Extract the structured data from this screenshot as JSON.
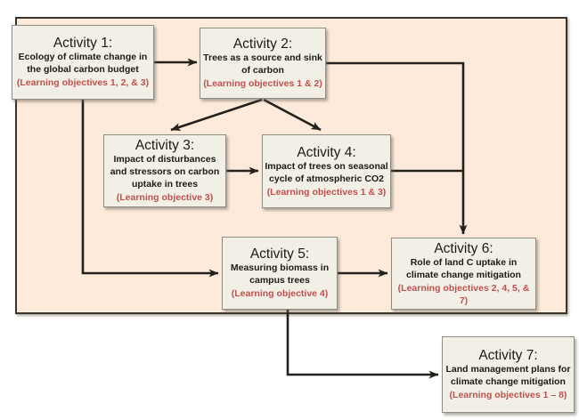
{
  "diagram": {
    "type": "flowchart",
    "activities": [
      {
        "title": "Activity 1:",
        "description": "Ecology of climate change in the global carbon budget",
        "objectives": "(Learning objectives 1, 2, & 3)"
      },
      {
        "title": "Activity 2:",
        "description": "Trees as a source and sink of carbon",
        "objectives": "(Learning objectives 1 & 2)"
      },
      {
        "title": "Activity 3:",
        "description": "Impact of disturbances and stressors on carbon uptake in trees",
        "objectives": "(Learning objective 3)"
      },
      {
        "title": "Activity 4:",
        "description": "Impact of trees on seasonal cycle of atmospheric CO2",
        "objectives": "(Learning objectives 1 & 3)"
      },
      {
        "title": "Activity 5:",
        "description": "Measuring biomass in campus trees",
        "objectives": "(Learning objective 4)"
      },
      {
        "title": "Activity 6:",
        "description": "Role of land C uptake in climate change mitigation",
        "objectives": "(Learning objectives 2, 4, 5, & 7)"
      },
      {
        "title": "Activity 7:",
        "description": "Land management plans for climate change mitigation",
        "objectives": "(Learning objectives 1 – 8)"
      }
    ],
    "edges": [
      {
        "from": "Activity 1",
        "to": "Activity 2"
      },
      {
        "from": "Activity 1",
        "to": "Activity 5"
      },
      {
        "from": "Activity 2",
        "to": "Activity 3"
      },
      {
        "from": "Activity 2",
        "to": "Activity 4"
      },
      {
        "from": "Activity 2",
        "to": "Activity 6"
      },
      {
        "from": "Activity 3",
        "to": "Activity 4"
      },
      {
        "from": "Activity 4",
        "to": "Activity 6"
      },
      {
        "from": "Activity 5",
        "to": "Activity 6"
      },
      {
        "from": "Activity 5",
        "to": "Activity 7"
      }
    ],
    "colors": {
      "outer_fill": "#fdeada",
      "box_fill": "#f2f0e6",
      "box_border": "#8e8e86",
      "outer_border": "#38332c",
      "connector": "#24201b",
      "objectives_text": "#c0504d",
      "text": "#1c1a17"
    }
  }
}
